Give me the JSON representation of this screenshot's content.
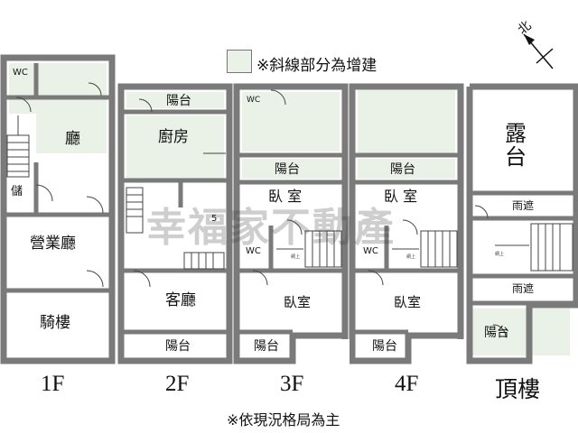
{
  "legend": {
    "text": "※斜線部分為增建"
  },
  "compass": {
    "label": "北"
  },
  "note": "※依現況格局為主",
  "watermark": "幸福家不動產",
  "colors": {
    "wall": "#7a7a7a",
    "annex": "#eaf2e8",
    "line": "#444444"
  },
  "floors": {
    "f1": {
      "label": "1F",
      "wc": "WC",
      "hall": "廳",
      "storage": "儲",
      "business": "營業廳",
      "arcade": "騎樓"
    },
    "f2": {
      "label": "2F",
      "balcony_top": "陽台",
      "kitchen": "廚房",
      "living": "客廳",
      "balcony_bottom": "陽台",
      "small": "5"
    },
    "f3": {
      "label": "3F",
      "wc_top": "WC",
      "balcony_mid": "陽台",
      "bedroom_top": "臥 室",
      "wc": "WC",
      "bedroom_bottom": "臥室",
      "balcony_bottom": "陽台",
      "tiny": "網上"
    },
    "f4": {
      "label": "4F",
      "balcony_mid": "陽台",
      "bedroom_top": "臥 室",
      "wc": "WC",
      "bedroom_bottom": "臥室",
      "balcony_bottom": "陽台",
      "tiny": "網上"
    },
    "roof": {
      "label": "頂樓",
      "terrace_1": "露",
      "terrace_2": "台",
      "canopy_top": "雨遮",
      "canopy_bottom": "雨遮",
      "balcony": "陽台",
      "tiny": "網上"
    }
  }
}
